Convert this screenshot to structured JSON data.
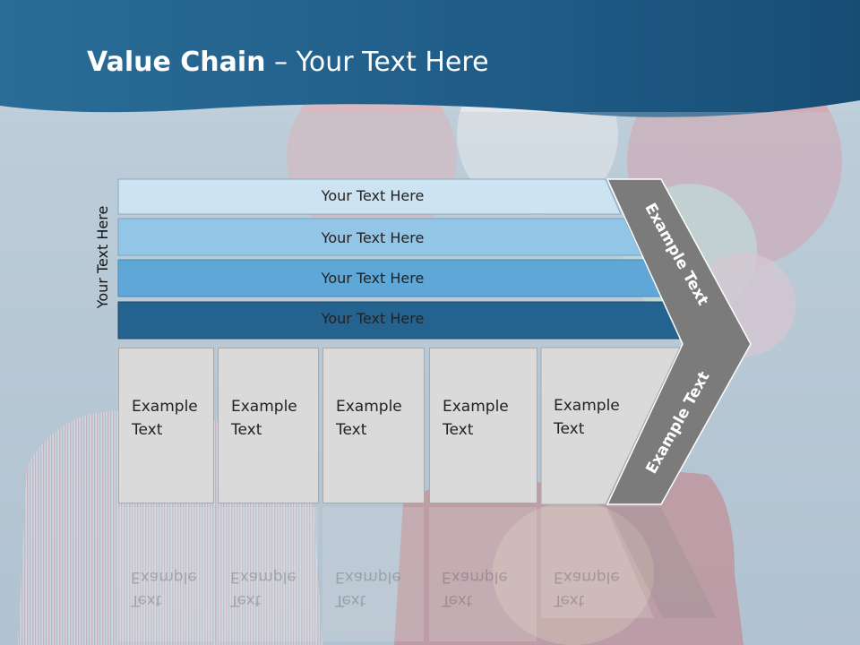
{
  "title": {
    "bold": "Value Chain",
    "rest": " – Your Text Here"
  },
  "side_label": "Your Text Here",
  "bars": [
    {
      "label": "Your Text Here",
      "color": "#cde3f2"
    },
    {
      "label": "Your Text Here",
      "color": "#93c5e6"
    },
    {
      "label": "Your Text Here",
      "color": "#5fa7d6"
    },
    {
      "label": "Your Text Here",
      "color": "#24628f"
    }
  ],
  "boxes": [
    {
      "line1": "Example",
      "line2": "Text"
    },
    {
      "line1": "Example",
      "line2": "Text"
    },
    {
      "line1": "Example",
      "line2": "Text"
    },
    {
      "line1": "Example",
      "line2": "Text"
    },
    {
      "line1": "Example",
      "line2": "Text"
    }
  ],
  "arrow": {
    "upper_label": "Example Text",
    "lower_label": "Example Text",
    "color": "#7b7b7b"
  },
  "colors": {
    "header": "#1e5a84",
    "box_fill": "#dadada"
  }
}
